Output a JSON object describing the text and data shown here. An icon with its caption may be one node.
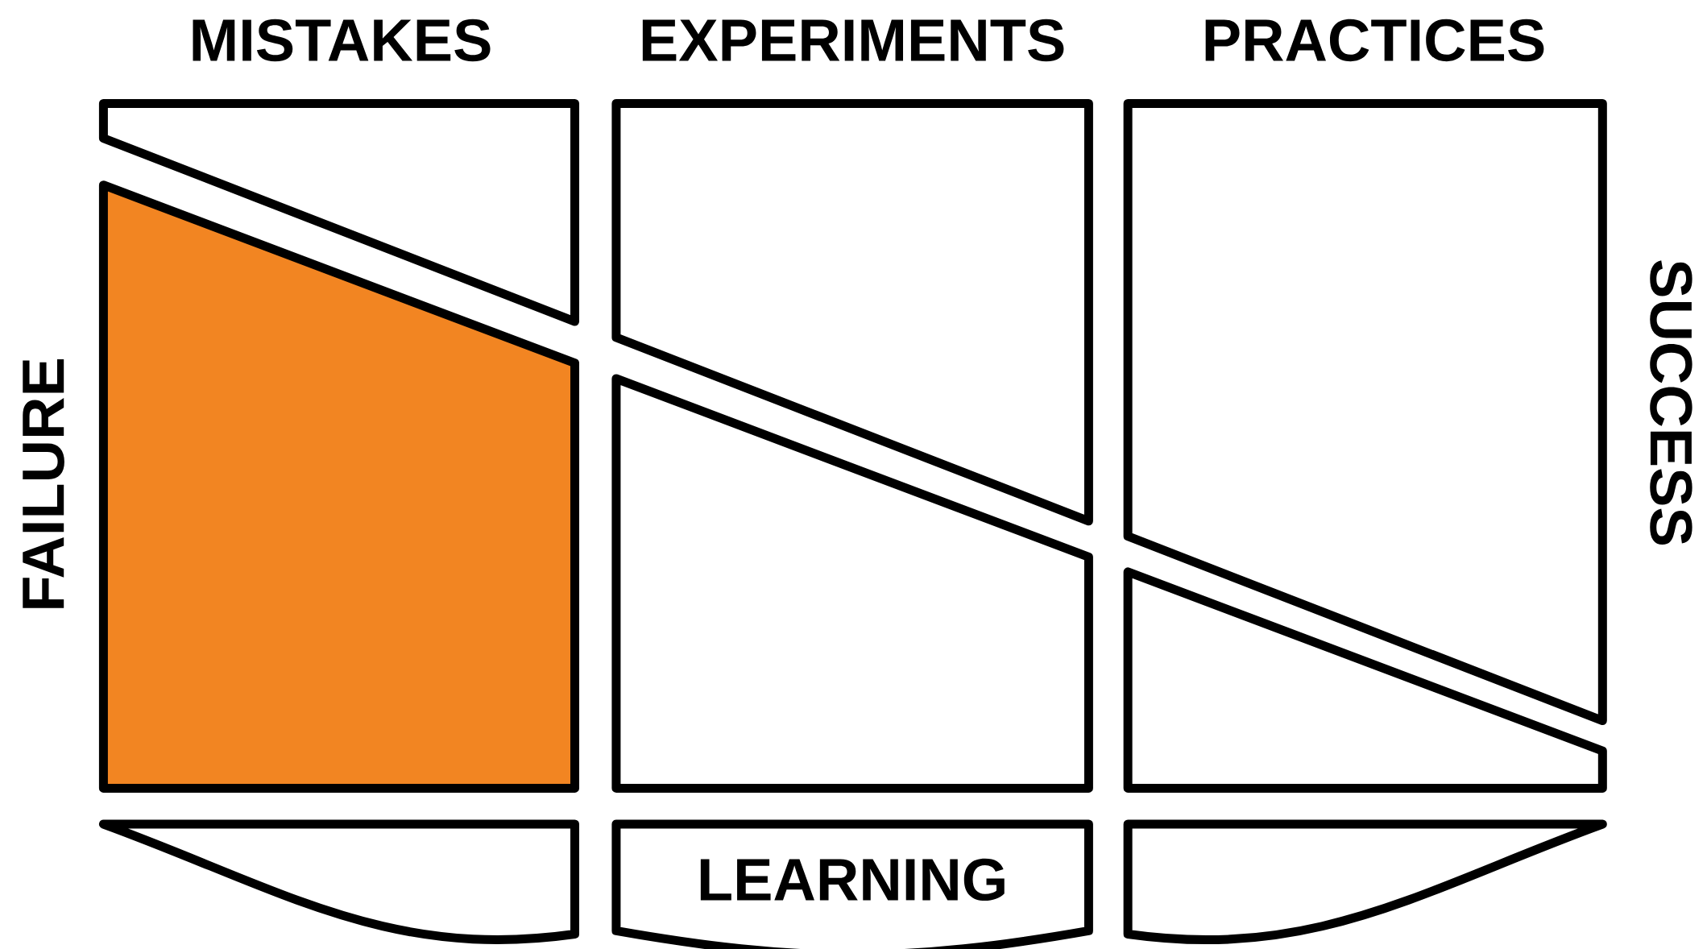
{
  "diagram": {
    "nodes": [
      {
        "text": [],
        "shape": "box"
      },
      {
        "text": [],
        "shape": "box"
      },
      {
        "text": [],
        "shape": "box"
      },
      {
        "text": [],
        "shape": "box"
      },
      {
        "text": [],
        "shape": "box"
      },
      {
        "text": [],
        "shape": "box"
      },
      {
        "text": [],
        "shape": "box"
      },
      {
        "text": [
          "LEARNING"
        ]
      },
      {
        "text": [],
        "shape": "box"
      }
    ],
    "labels": [
      "MISTAKES",
      "EXPERIMENTS",
      "PRACTICES",
      "FAILURE",
      "SUCCESS"
    ]
  }
}
